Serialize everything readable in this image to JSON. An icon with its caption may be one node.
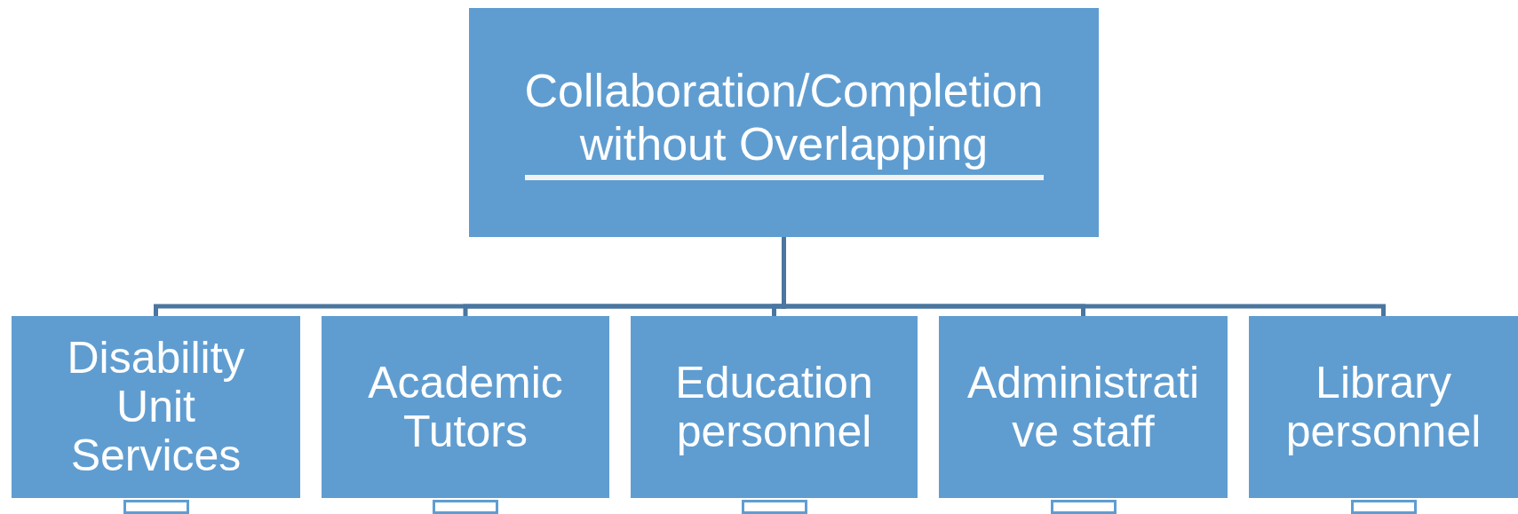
{
  "diagram": {
    "nodes": [
      {
        "text": [
          "Collaboration/Completion without Overlapping"
        ]
      },
      {
        "text": [
          "Disability Unit Services"
        ]
      },
      {
        "text": [
          "Academic Tutors"
        ]
      },
      {
        "text": [
          "Education personnel"
        ]
      },
      {
        "text": [
          "Administrati ve staff"
        ]
      },
      {
        "text": [
          "Library personnel"
        ]
      },
      {
        "text": [],
        "shape": "box"
      },
      {
        "text": [],
        "shape": "box"
      },
      {
        "text": [],
        "shape": "box"
      },
      {
        "text": [],
        "shape": "box"
      },
      {
        "text": [],
        "shape": "box"
      }
    ],
    "edges": [
      {
        "from": 0,
        "to": 1,
        "arrow": "none"
      },
      {
        "from": 0,
        "to": 2,
        "arrow": "none"
      },
      {
        "from": 0,
        "to": 3,
        "arrow": "none"
      },
      {
        "from": 0,
        "to": 4,
        "arrow": "none"
      },
      {
        "from": 0,
        "to": 5,
        "arrow": "none"
      }
    ]
  }
}
